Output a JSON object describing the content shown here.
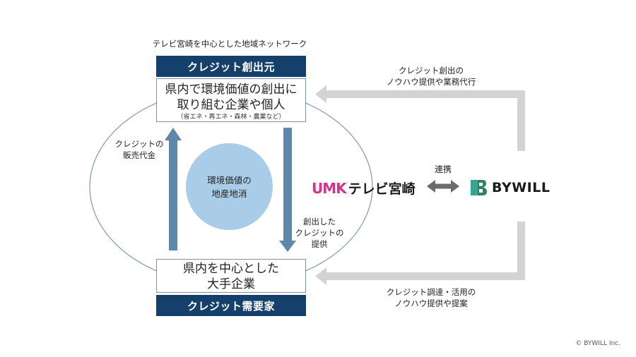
{
  "network_title": "テレビ宮崎を中心とした地域ネットワーク",
  "credit_origin": {
    "header": "クレジット創出元",
    "line1": "県内で環境価値の創出に",
    "line2": "取り組む企業や個人",
    "note": "（省エネ・再エネ・森林・農業など）"
  },
  "credit_demand": {
    "header": "クレジット需要家",
    "line1": "県内を中心とした",
    "line2": "大手企業"
  },
  "circle": {
    "line1": "環境価値の",
    "line2": "地産地消"
  },
  "left_arrow_label": {
    "line1": "クレジットの",
    "line2": "販売代金"
  },
  "right_arrow_label": {
    "line1": "創出した",
    "line2": "クレジットの",
    "line3": "提供"
  },
  "top_flow_label": {
    "line1": "クレジット創出の",
    "line2": "ノウハウ提供や業務代行"
  },
  "bottom_flow_label": {
    "line1": "クレジット調達・活用の",
    "line2": "ノウハウ提供や提案"
  },
  "partnership_label": "連携",
  "logos": {
    "umk_prefix": "UMK",
    "umk_name": "テレビ宮崎",
    "bywill_name": "BYWILL"
  },
  "copyright": "© BYWILL Inc.",
  "colors": {
    "navy": "#14406b",
    "steel_arrow": "#5f87a9",
    "gray_arrow": "#d3d3d3",
    "circle_fill": "#a9cce8",
    "umk_magenta": "#d6338c",
    "bywill_green": "#3aa58e"
  }
}
